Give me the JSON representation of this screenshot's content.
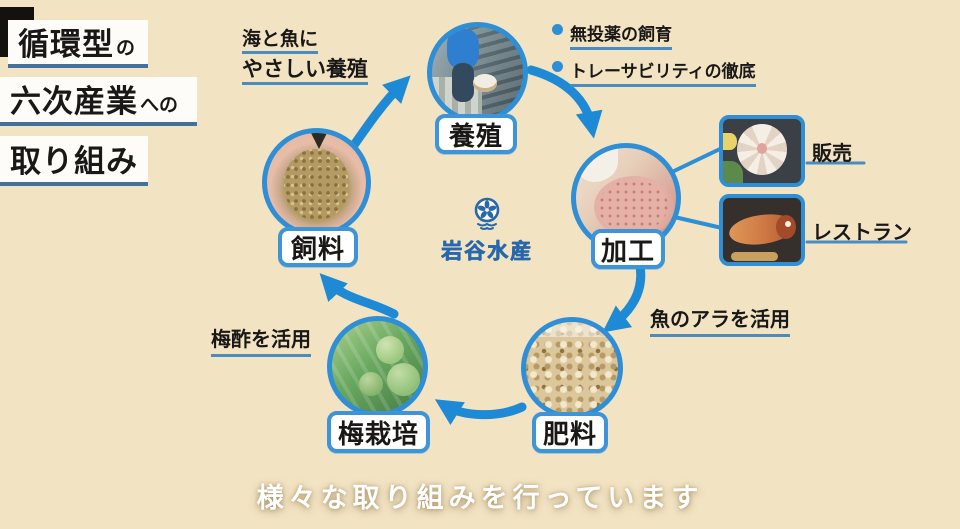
{
  "title": {
    "lines": [
      {
        "main": "循環型",
        "small": "の"
      },
      {
        "main": "六次産業",
        "small": "への"
      },
      {
        "main": "取り組み",
        "small": ""
      }
    ]
  },
  "cycle": {
    "nodes": [
      {
        "id": "aquaculture",
        "label": "養殖"
      },
      {
        "id": "processing",
        "label": "加工"
      },
      {
        "id": "fertilizer",
        "label": "肥料"
      },
      {
        "id": "plum-cultivation",
        "label": "梅栽培"
      },
      {
        "id": "feed",
        "label": "飼料"
      }
    ]
  },
  "annotations": {
    "aquaculture_note": {
      "line1": "海と魚に",
      "line2": "やさしい養殖"
    },
    "aquaculture_points": [
      {
        "label": "無投薬の飼育"
      },
      {
        "label": "トレーサビリティの徹底"
      }
    ],
    "sales_label": "販売",
    "restaurant_label": "レストラン",
    "fertilizer_note": "魚のアラを活用",
    "plum_note": "梅酢を活用"
  },
  "logo": {
    "company": "岩谷水産"
  },
  "caption": "様々な取り組みを行っています",
  "colors": {
    "background": "#f2e3c3",
    "arrow_blue": "#1e8ad6",
    "border_blue": "#2e8fd6",
    "underline_blue": "#4b8cc0",
    "logo_blue": "#2767ab",
    "title_underline": "#44719b"
  }
}
